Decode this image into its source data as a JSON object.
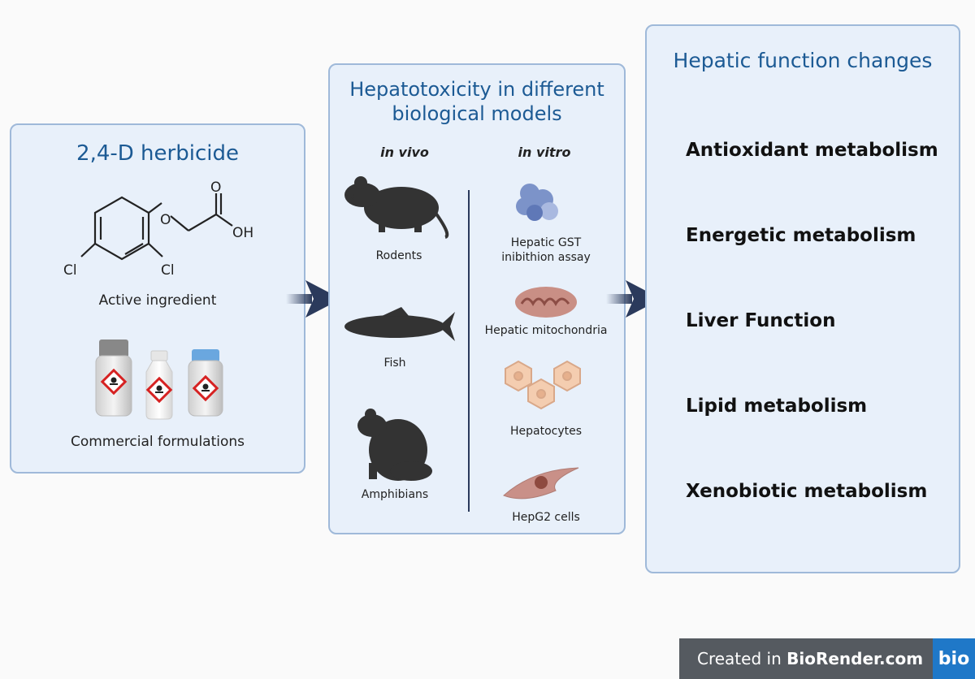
{
  "panel1": {
    "title": "2,4-D herbicide",
    "molecule_labels": {
      "o_double": "O",
      "o_ether": "O",
      "oh": "OH",
      "cl_left": "Cl",
      "cl_right": "Cl"
    },
    "active_ingredient": "Active ingredient",
    "commercial": "Commercial formulations"
  },
  "panel2": {
    "title_line1": "Hepatotoxicity in different",
    "title_line2": "biological models",
    "in_vivo": "in vivo",
    "in_vitro": "in vitro",
    "vivo_items": [
      "Rodents",
      "Fish",
      "Amphibians"
    ],
    "vitro_items": {
      "gst_line1": "Hepatic GST",
      "gst_line2": "inibithion assay",
      "mito": "Hepatic mitochondria",
      "hepatocytes": "Hepatocytes",
      "hepg2": "HepG2 cells"
    }
  },
  "panel3": {
    "title": "Hepatic function changes",
    "items": [
      "Antioxidant metabolism",
      "Energetic metabolism",
      "Liver Function",
      "Lipid metabolism",
      "Xenobiotic metabolism"
    ]
  },
  "badge": {
    "prefix": "Created in ",
    "brand": "BioRender.com",
    "logo": "bio"
  },
  "colors": {
    "panel_bg": "#e8f0fa",
    "panel_border": "#9fb9d9",
    "title": "#1c5a94",
    "arrow": "#2b3a5c"
  }
}
